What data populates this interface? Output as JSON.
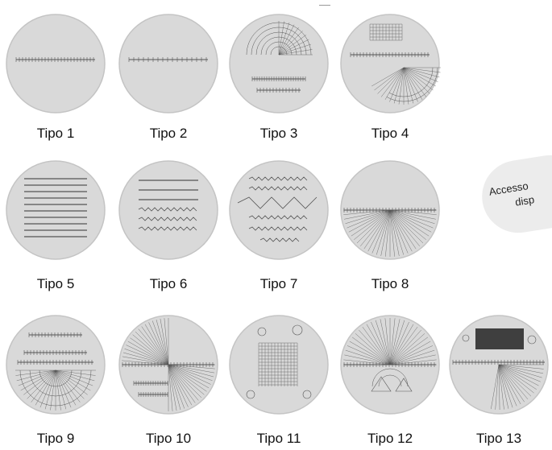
{
  "items": [
    {
      "label": "Tipo 1"
    },
    {
      "label": "Tipo 2"
    },
    {
      "label": "Tipo 3"
    },
    {
      "label": "Tipo 4"
    },
    {
      "label": "Tipo 5"
    },
    {
      "label": "Tipo 6"
    },
    {
      "label": "Tipo 7"
    },
    {
      "label": "Tipo 8"
    },
    {
      "label": "Tipo 9"
    },
    {
      "label": "Tipo 10"
    },
    {
      "label": "Tipo 11"
    },
    {
      "label": "Tipo 12"
    },
    {
      "label": "Tipo 13"
    }
  ],
  "badge": {
    "line1": "Accesso",
    "line2": "disp"
  },
  "colors": {
    "disc": "#d9d9d9",
    "disc_edge": "#c4c4c4",
    "marking": "#555555",
    "badge": "#ececec"
  }
}
